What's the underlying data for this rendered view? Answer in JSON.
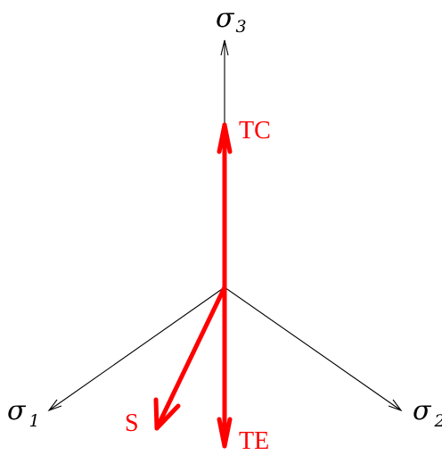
{
  "colors": {
    "axes": "#000000",
    "paths": "#ff0000",
    "background": "#ffffff"
  },
  "axes": [
    {
      "id": "sigma1",
      "symbol": "σ",
      "subscript": "1"
    },
    {
      "id": "sigma2",
      "symbol": "σ",
      "subscript": "2"
    },
    {
      "id": "sigma3",
      "symbol": "σ",
      "subscript": "3"
    }
  ],
  "paths": [
    {
      "id": "tc",
      "label": "TC"
    },
    {
      "id": "te",
      "label": "TE"
    },
    {
      "id": "s",
      "label": "S"
    }
  ]
}
